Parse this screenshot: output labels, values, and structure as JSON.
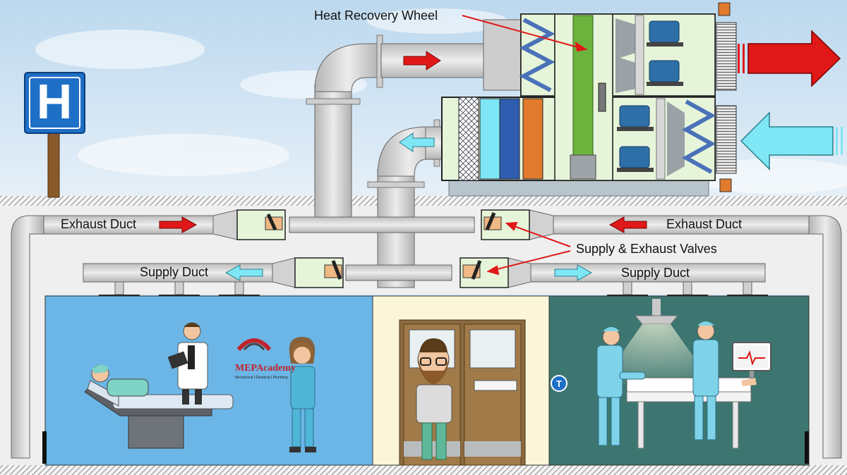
{
  "callouts": {
    "heat_recovery_wheel": "Heat Recovery Wheel",
    "supply_exhaust_valves": "Supply & Exhaust Valves"
  },
  "ducts": {
    "exhaust_left": "Exhaust Duct",
    "exhaust_right": "Exhaust Duct",
    "supply_left": "Supply Duct",
    "supply_right": "Supply Duct"
  },
  "hospital_sign": {
    "letter": "H"
  },
  "logo": {
    "brand": "MEPAcademy",
    "tagline": "Mechanical | Electrical | Plumbing"
  },
  "or_room_badge": "T",
  "colors": {
    "exhaust_arrow": "#e01818",
    "supply_arrow": "#7fe6f5",
    "room_left": "#6bb6e6",
    "room_middle": "#fbf6d8",
    "room_right": "#3d7670",
    "unit_fill": "#e6f5da",
    "duct_fill": "#d4d4d4",
    "wheel": "#6cb33e"
  }
}
